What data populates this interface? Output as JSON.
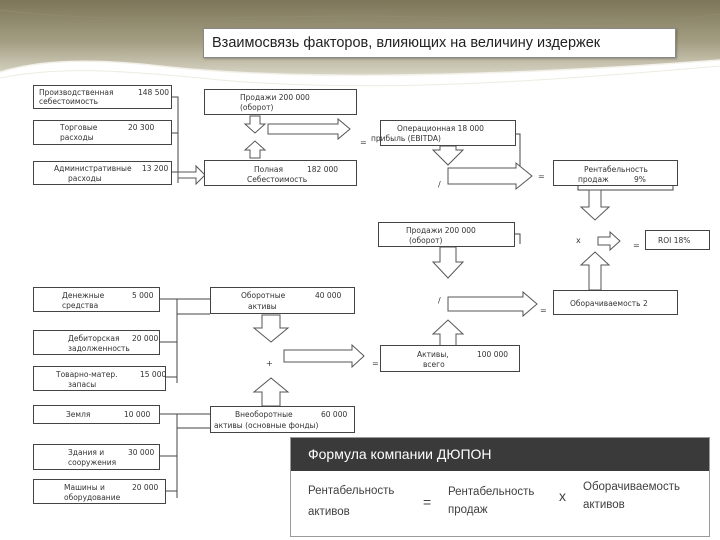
{
  "title": "Взаимосвязь факторов, влияющих на величину  издержек",
  "boxes": {
    "prod_cost": {
      "label": "Производственная",
      "label2": "себестоимость",
      "value": "148 500"
    },
    "trade_exp": {
      "label": "Торговые",
      "label2": "расходы",
      "value": "20 300"
    },
    "admin_exp": {
      "label": "Административные",
      "label2": "расходы",
      "value": "13 200"
    },
    "sales_top": {
      "label": "Продажи 200 000",
      "label2": "(оборот)"
    },
    "full_cost": {
      "label": "Полная",
      "label2": "Себестоимость",
      "value": "182 000"
    },
    "ebitda": {
      "label": "Операционная 18 000",
      "label2": "прибыль (EBITDA)"
    },
    "margin": {
      "label": "Рентабельность",
      "label2": "продаж",
      "value": "9%"
    },
    "sales_mid": {
      "label": "Продажи 200 000",
      "label2": "(оборот)"
    },
    "roi": {
      "label": "ROI 18%"
    },
    "cash": {
      "label": "Денежные",
      "label2": "средства",
      "value": "5 000"
    },
    "receivables": {
      "label": "Дебиторская",
      "label2": "задолженность",
      "value": "20 000"
    },
    "inventory": {
      "label": "Товарно-матер.",
      "label2": "запасы",
      "value": "15 000"
    },
    "current_assets": {
      "label": "Оборотные",
      "label2": "активы",
      "value": "40 000"
    },
    "turnover": {
      "label": "Оборачиваемость 2"
    },
    "assets": {
      "label": "Активы,",
      "label2": "всего",
      "value": "100 000"
    },
    "land": {
      "label": "Земля",
      "value": "10 000"
    },
    "buildings": {
      "label": "Здания и",
      "label2": "сооружения",
      "value": "30 000"
    },
    "machines": {
      "label": "Машины и",
      "label2": "оборудование",
      "value": "20 000"
    },
    "noncurrent": {
      "label": "Внеоборотные",
      "label2": "активы (основные фонды)",
      "value": "60 000"
    }
  },
  "signs": {
    "eq": "=",
    "div": "/",
    "mul": "x",
    "plus": "+"
  },
  "dupont": {
    "header": "Формула компании ДЮПОН",
    "lhs1": "Рентабельность",
    "lhs2": "активов",
    "eq": "=",
    "t1a": "Рентабельность",
    "t1b": "продаж",
    "op": "x",
    "t2a": "Оборачиваемость",
    "t2b": "активов"
  },
  "colors": {
    "arrow_fill": "#ffffff",
    "arrow_stroke": "#555555",
    "line": "#444444",
    "header_bg": "#3a3a3a",
    "band_top": "#8b8466",
    "band_light": "#e6e3d6"
  }
}
